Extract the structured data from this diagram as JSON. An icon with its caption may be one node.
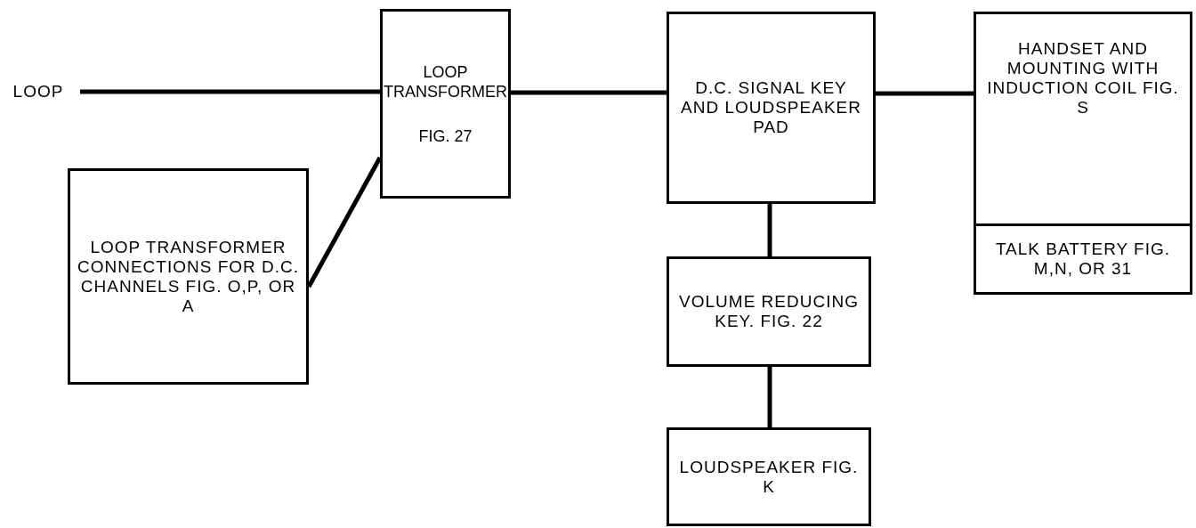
{
  "diagram": {
    "nodes": [
      {
        "text": [
          "LOOP"
        ]
      },
      {
        "text": [
          "LOOP TRANSFORMER",
          "FIG. 27"
        ]
      },
      {
        "text": [
          "D.C. SIGNAL KEY AND LOUDSPEAKER PAD"
        ]
      },
      {
        "text": [
          "HANDSET AND MOUNTING WITH INDUCTION COIL FIG. S"
        ]
      },
      {
        "text": [
          "TALK BATTERY FIG. M,N, OR 31"
        ],
        "in": 3
      },
      {
        "text": [
          "LOOP TRANSFORMER CONNECTIONS FOR D.C. CHANNELS FIG. O,P, OR A"
        ]
      },
      {
        "text": [
          "VOLUME REDUCING KEY. FIG. 22"
        ]
      },
      {
        "text": [
          "LOUDSPEAKER FIG. K"
        ]
      }
    ],
    "edges": [
      {
        "from": 0,
        "to": 1,
        "arrow": "none"
      },
      {
        "from": 5,
        "to": 1,
        "arrow": "none"
      },
      {
        "from": 1,
        "to": 2,
        "arrow": "none"
      },
      {
        "from": 2,
        "to": 3,
        "arrow": "none"
      },
      {
        "from": 2,
        "to": 6,
        "arrow": "none"
      },
      {
        "from": 6,
        "to": 7,
        "arrow": "none"
      }
    ]
  }
}
